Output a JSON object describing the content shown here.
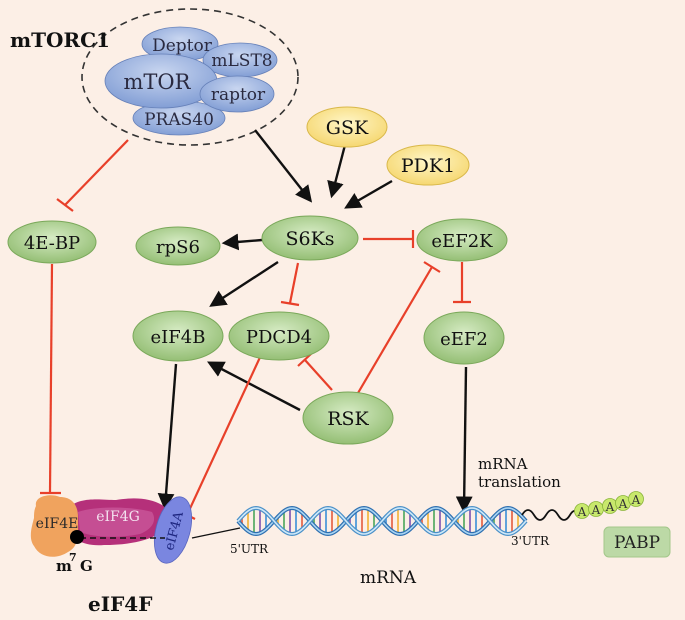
{
  "complex": {
    "title": "mTORC1",
    "subunits": {
      "deptor": "Deptor",
      "mlst8": "mLST8",
      "mtor": "mTOR",
      "raptor": "raptor",
      "pras40": "PRAS40"
    }
  },
  "nodes": {
    "gsk": "GSK",
    "pdk1": "PDK1",
    "s6ks": "S6Ks",
    "rps6": "rpS6",
    "four_ebp": "4E-BP",
    "eef2k": "eEF2K",
    "eif4b": "eIF4B",
    "pdcd4": "PDCD4",
    "eef2": "eEF2",
    "rsk": "RSK"
  },
  "eif4f": {
    "label": "eIF4F",
    "eif4e": "eIF4E",
    "eif4g": "eIF4G",
    "eif4a": "eIF4A",
    "cap_m": "m",
    "cap_7": "7",
    "cap_g": "G"
  },
  "mrna": {
    "label": "mRNA",
    "utr5": "5'UTR",
    "utr3": "3'UTR",
    "translation_line1": "mRNA",
    "translation_line2": "translation",
    "polya": [
      "A",
      "A",
      "A",
      "A",
      "A"
    ],
    "pabp": "PABP"
  },
  "colors": {
    "background": "#fcefe6",
    "green_node": "#a9cc8c",
    "yellow_node": "#fbe48c",
    "blue_subunit": "#8eaadb",
    "inhibit_red": "#e8402a",
    "activate_black": "#111111",
    "eif4e": "#f0a35e",
    "eif4g": "#b5307a",
    "eif4a": "#7a86e0",
    "pabp": "#bcd9a6",
    "polya": "#c8e86c"
  }
}
